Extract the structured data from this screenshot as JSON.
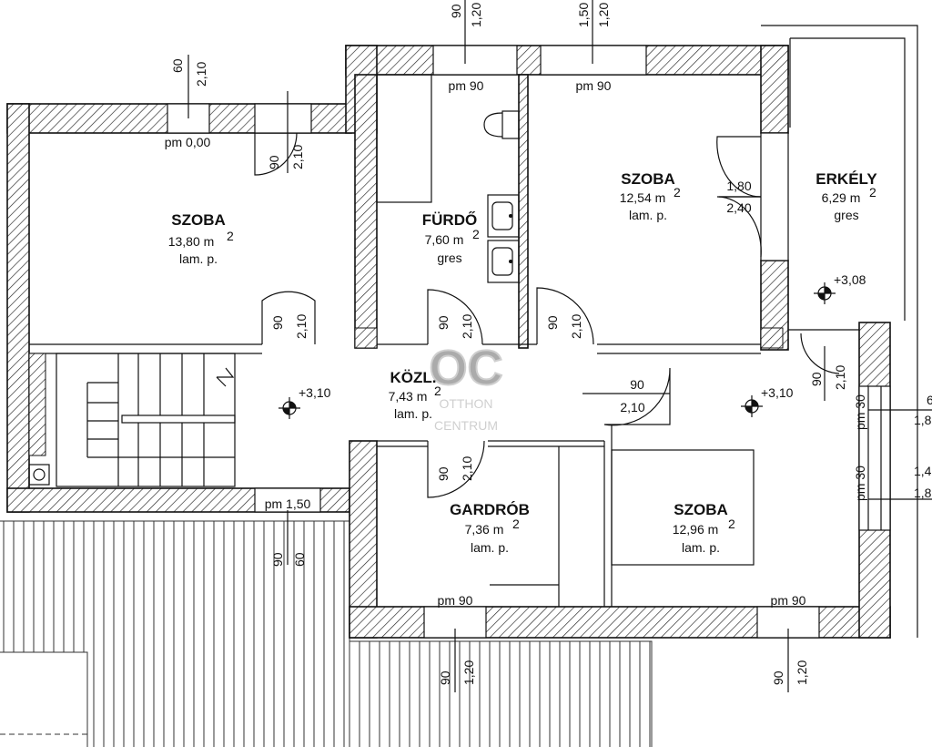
{
  "rooms": [
    {
      "name": "SZOBA",
      "area": "13,80 m",
      "sup": "2",
      "floor": "lam. p."
    },
    {
      "name": "FÜRDŐ",
      "area": "7,60 m",
      "sup": "2",
      "floor": "gres"
    },
    {
      "name": "SZOBA",
      "area": "12,54 m",
      "sup": "2",
      "floor": "lam. p."
    },
    {
      "name": "ERKÉLY",
      "area": "6,29 m",
      "sup": "2",
      "floor": "gres"
    },
    {
      "name": "KÖZL.",
      "area": "7,43 m",
      "sup": "2",
      "floor": "lam. p."
    },
    {
      "name": "GARDRÓB",
      "area": "7,36 m",
      "sup": "2",
      "floor": "lam. p."
    },
    {
      "name": "SZOBA",
      "area": "12,96 m",
      "sup": "2",
      "floor": "lam. p."
    }
  ],
  "openings_top": [
    {
      "w": "60",
      "h": "2,10",
      "pm": "pm 0,00"
    },
    {
      "w": "90",
      "h": "1,20",
      "pm": "pm 90"
    },
    {
      "w": "1,50",
      "h": "1,20",
      "pm": "pm 90"
    }
  ],
  "openings_bottom": [
    {
      "w": "90",
      "h": "60",
      "pm": "pm 1,50"
    },
    {
      "w": "90",
      "h": "1,20",
      "pm": "pm 90"
    },
    {
      "w": "90",
      "h": "1,20",
      "pm": "pm 90"
    }
  ],
  "doors": [
    {
      "w": "90",
      "h": "2,10"
    },
    {
      "w": "90",
      "h": "2,10"
    },
    {
      "w": "90",
      "h": "2,10"
    },
    {
      "w": "90",
      "h": "2,10"
    },
    {
      "w": "90",
      "h": "2,10"
    },
    {
      "w": "90",
      "h": "2,10"
    },
    {
      "w": "90",
      "h": "2,10"
    },
    {
      "w": "1,80",
      "h": "2,40"
    }
  ],
  "levels": [
    "+3,10",
    "+3,10",
    "+3,08"
  ],
  "right_windows": [
    {
      "pm": "pm 30",
      "w": "6",
      "h": "1,8"
    },
    {
      "pm": "pm 30",
      "w": "1,4",
      "h": "1,8"
    }
  ],
  "watermark": {
    "logo": "OC",
    "line1": "OTTHON",
    "line2": "CENTRUM"
  }
}
